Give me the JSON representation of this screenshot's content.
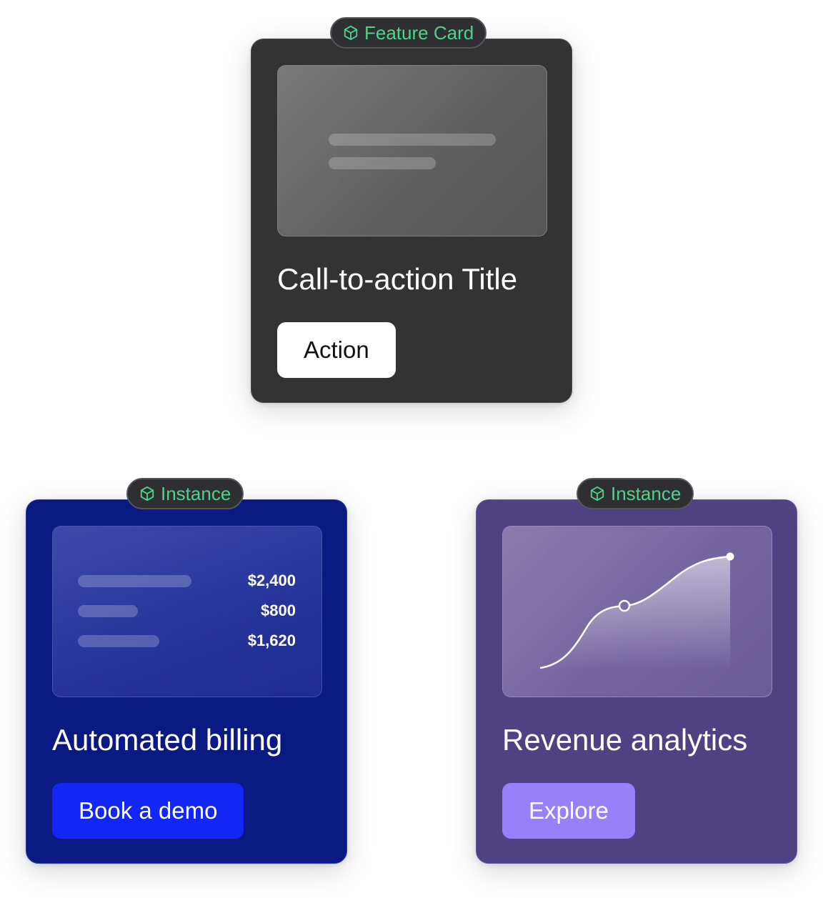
{
  "feature_card": {
    "tag_label": "Feature Card",
    "tag_icon": "cube-icon",
    "title": "Call-to-action Title",
    "button_label": "Action"
  },
  "billing_card": {
    "tag_label": "Instance",
    "tag_icon": "cube-icon",
    "amounts": [
      "$2,400",
      "$800",
      "$1,620"
    ],
    "title": "Automated billing",
    "button_label": "Book a demo"
  },
  "analytics_card": {
    "tag_label": "Instance",
    "tag_icon": "cube-icon",
    "title": "Revenue analytics",
    "button_label": "Explore"
  },
  "colors": {
    "tag_text": "#4ed38a",
    "feature_bg": "#333333",
    "billing_bg": "#0b1a82",
    "billing_button": "#1227f5",
    "analytics_bg": "#4e4282",
    "analytics_button": "#9880fb"
  }
}
